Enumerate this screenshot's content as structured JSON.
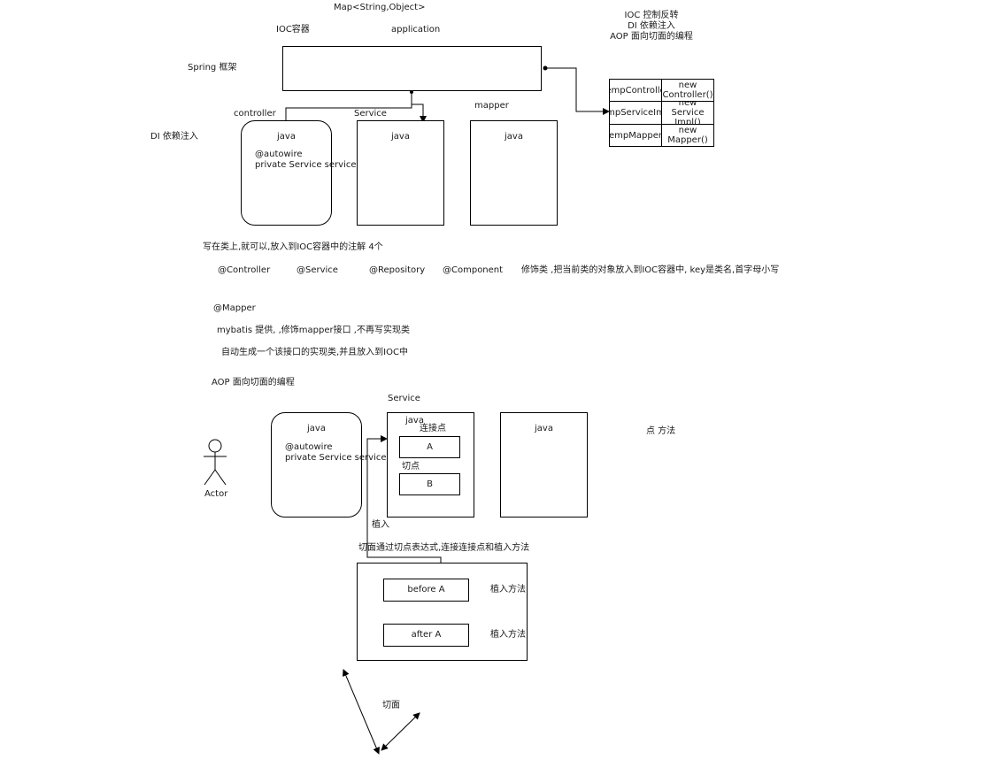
{
  "top": {
    "map_label": "Map<String,Object>",
    "ioc_label": "IOC容器",
    "application_label": "application",
    "spring_label": "Spring 框架",
    "ioc_title_lines": [
      "IOC  控制反转",
      "DI 依赖注入",
      "AOP 面向切面的编程"
    ],
    "di_label": "DI 依赖注入",
    "controller_label": "controller",
    "service_label": "Service",
    "mapper_label": "mapper",
    "java": "java",
    "autowire": "@autowire",
    "private_service": "private Service service;"
  },
  "table": {
    "rows": [
      {
        "key": "empControlle",
        "value": "new Controller()"
      },
      {
        "key": "mpServiceIm",
        "value": "new Service Impl()"
      },
      {
        "key": "empMapper",
        "value": "new Mapper()"
      }
    ]
  },
  "annotations": {
    "intro": "写在类上,就可以,放入到IOC容器中的注解 4个",
    "controller": "@Controller",
    "service": "@Service",
    "repository": "@Repository",
    "component": "@Component",
    "desc": "修饰类 ,把当前类的对象放入到IOC容器中, key是类名,首字母小写",
    "mapper": "@Mapper",
    "mybatis": "mybatis 提供, ,修饰mapper接口 ,不再写实现类",
    "auto": "自动生成一个该接口的实现类,并且放入到IOC中"
  },
  "aop": {
    "title": "AOP   面向切面的编程",
    "service_label": "Service",
    "java": "java",
    "autowire": "@autowire",
    "private_service": "private Service service;",
    "join_point": "连接点",
    "a": "A",
    "pointcut": "切点",
    "b": "B",
    "point_method": "点  方法",
    "actor": "Actor",
    "weave": "植入",
    "aspect_line": "切面通过切点表达式,连接连接点和植入方法",
    "before": "before A",
    "after": "after A",
    "weave_method_1": "植入方法",
    "weave_method_2": "植入方法",
    "aspect": "切面"
  }
}
